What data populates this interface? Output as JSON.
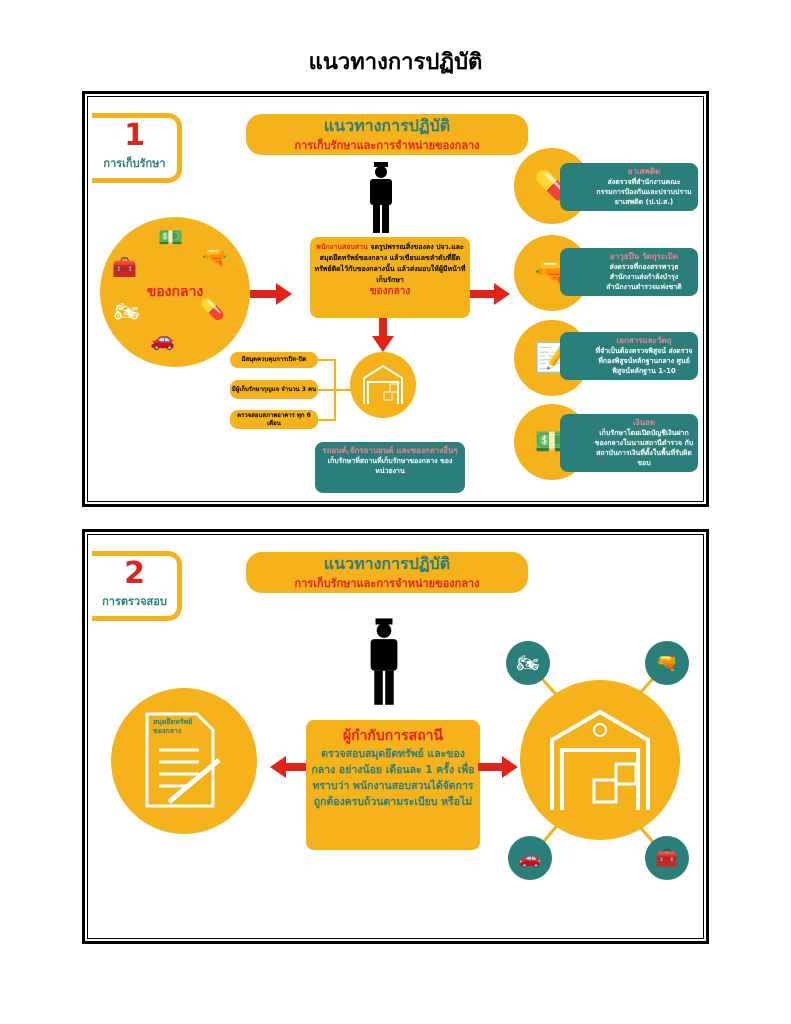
{
  "page_title": "แนวทางการปฏิบัติ",
  "colors": {
    "orange": "#F5B21A",
    "teal": "#2A7F7A",
    "red": "#E2231A"
  },
  "panel1": {
    "badge_number": "1",
    "badge_label": "การเก็บรักษา",
    "header_title": "แนวทางการปฏิบัติ",
    "header_subtitle": "การเก็บรักษาและการจำหน่ายของกลาง",
    "evidence_label": "ของกลาง",
    "center_lead": "พนักงานสอบสวน",
    "center_text": "จดรูปพรรณสิ่งของลง ปจว.และสมุดยึดทรัพย์ของกลาง แล้วเขียนเลขลำดับที่ยึดทรัพย์ติดไว้กับของกลางนั้น แล้วส่งมอบให้ผู้มีหน้าที่เก็บรักษา",
    "center_tail": "ของกลาง",
    "storage_rules": [
      "มีสมุดควบคุมการเปิด-ปิด",
      "มีผู้เก็บรักษากุญแจ จำนวน 3 คน",
      "ตรวจสอบสภาพอาคาร ทุก 6 เดือน"
    ],
    "vehicle_box": {
      "heading": "รถยนต์,จักรยานยนต์ และของกลางอื่นๆ",
      "text": "เก็บรักษาที่สถานที่เก็บรักษาของกลาง ของหน่วยงาน"
    },
    "categories": [
      {
        "icon": "pill-icon",
        "heading": "ยาเสพติด",
        "text": "ส่งตรวจที่สำนักงานคณะกรรมการป้องกันและปราบปรามยาเสพติด (ป.ป.ส.)"
      },
      {
        "icon": "gun-icon",
        "heading": "อาวุธปืน วัตถุระเบิด",
        "text": "ส่งตรวจที่กองสรรพาวุธ สำนักงานส่งกำลังบำรุง สำนักงานตำรวจแห่งชาติ"
      },
      {
        "icon": "document-icon",
        "heading": "เอกสารและวัตถุ",
        "text": "ที่จำเป็นต้องตรวจพิสูจน์ ส่งตรวจที่กองพิสูจน์หลักฐานกลาง ศูนย์พิสูจน์หลักฐาน 1-10"
      },
      {
        "icon": "cash-icon",
        "heading": "เงินสด",
        "text": "เก็บรักษาโดยเปิดบัญชีเงินฝากของกลางในนามสถานีตำรวจ กับสถาบันการเงินที่ตั้งในพื้นที่รับผิดชอบ"
      }
    ]
  },
  "panel2": {
    "badge_number": "2",
    "badge_label": "การตรวจสอบ",
    "header_title": "แนวทางการปฏิบัติ",
    "header_subtitle": "การเก็บรักษาและการจำหน่ายของกลาง",
    "ledger_label": "สมุดยึดทรัพย์ของกลาง",
    "center_heading": "ผู้กำกับการสถานี",
    "center_text": "ตรวจสอบสมุดยึดทรัพย์ และของกลาง อย่างน้อย เดือนละ 1 ครั้ง เพื่อทราบว่า พนักงานสอบสวนได้จัดการ ถูกต้องครบถ้วนตามระเบียบ หรือไม่"
  }
}
